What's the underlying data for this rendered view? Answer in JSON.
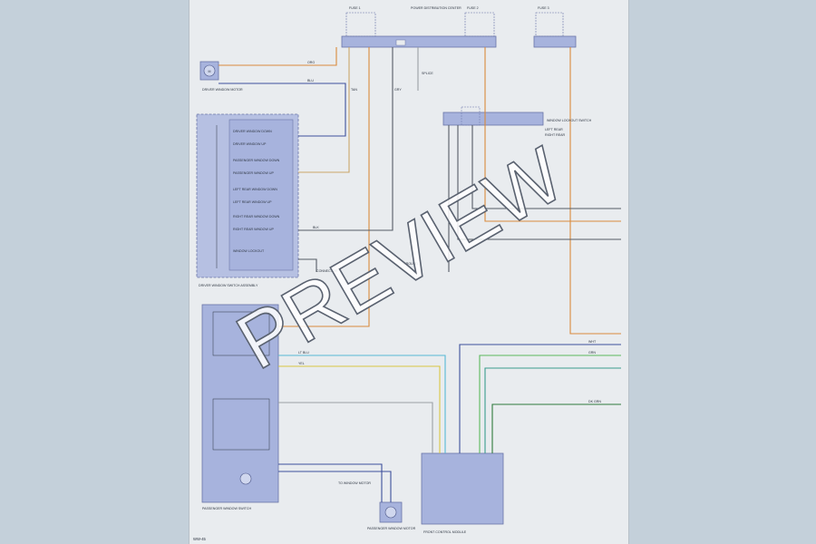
{
  "watermark": "PREVIEW",
  "page_number": "WW-45",
  "components": {
    "driver_window_motor": "DRIVER WINDOW MOTOR",
    "window_switch_assembly": "DRIVER WINDOW SWITCH ASSEMBLY",
    "window_lockout_switch": "WINDOW LOCKOUT SWITCH",
    "passenger_window_switch": "PASSENGER WINDOW SWITCH",
    "passenger_window_motor": "PASSENGER WINDOW MOTOR",
    "front_control_module": "FRONT CONTROL MODULE",
    "power_distribution_center": "POWER DISTRIBUTION CENTER",
    "fuse_1": "FUSE 1",
    "fuse_2": "FUSE 2",
    "fuse_3": "FUSE 3"
  },
  "switch_labels": [
    "DRIVER WINDOW DOWN",
    "DRIVER WINDOW UP",
    "PASSENGER WINDOW DOWN",
    "PASSENGER WINDOW UP",
    "LEFT REAR WINDOW DOWN",
    "LEFT REAR WINDOW UP",
    "RIGHT REAR WINDOW DOWN",
    "RIGHT REAR WINDOW UP",
    "WINDOW LOCKOUT"
  ],
  "wire_colors": {
    "orange": "#d98a3c",
    "tan": "#caa66a",
    "blue": "#3d4f9c",
    "dark_gray": "#555c66",
    "light_blue": "#57b9d6",
    "yellow": "#d8c642",
    "green": "#5bb85d",
    "dark_green": "#2f7a3c",
    "teal": "#3a9c8e",
    "gray": "#9aa0a6",
    "component_fill": "#a7b3dd",
    "component_stroke": "#6b76a8"
  },
  "wire_labels": [
    "ORG",
    "BLU",
    "TAN",
    "GRY",
    "BLK",
    "YEL",
    "GRN",
    "DK GRN",
    "LT BLU",
    "WHT"
  ],
  "notes": [
    "SPLICE",
    "CONNECTOR",
    "GROUND",
    "TO WINDOW MOTOR",
    "LEFT REAR",
    "RIGHT REAR"
  ]
}
